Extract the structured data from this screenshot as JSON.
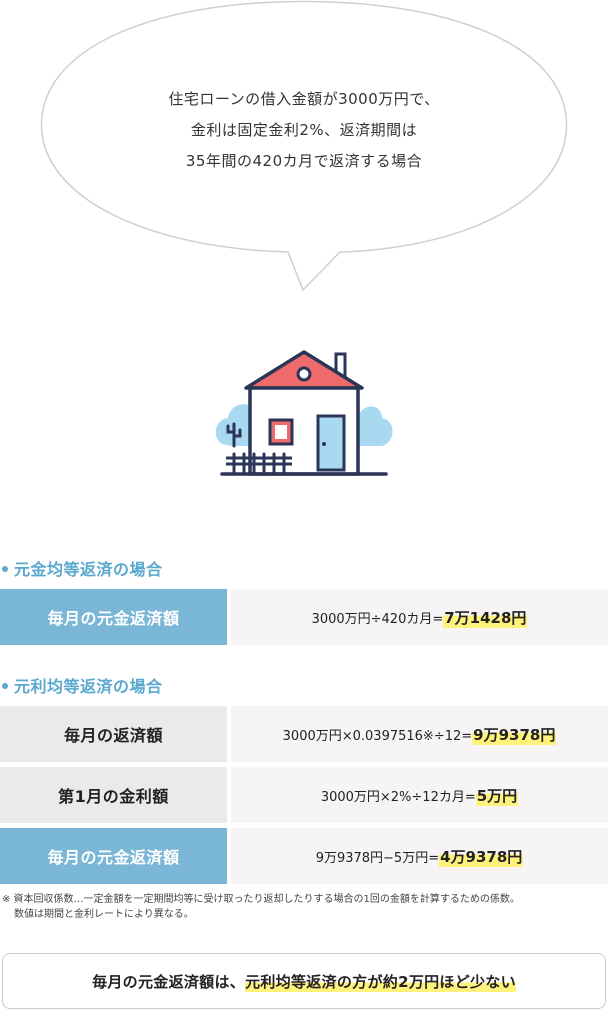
{
  "bubble": {
    "lines": [
      "住宅ローンの借入金額が3000万円で、",
      "金利は固定金利2%、返済期間は",
      "35年間の420カ月で返済する場合"
    ]
  },
  "illustration": {
    "icon": "house-icon"
  },
  "equal_principal": {
    "title": "元金均等返済の場合",
    "rows": [
      {
        "label": "毎月の元金返済額",
        "formula": "3000万円÷420カ月=",
        "result": "7万1428円"
      }
    ]
  },
  "equal_installment": {
    "title": "元利均等返済の場合",
    "rows": [
      {
        "label": "毎月の返済額",
        "formula": "3000万円×0.0397516※÷12=",
        "result": "9万9378円"
      },
      {
        "label": "第1月の金利額",
        "formula": "3000万円×2%÷12カ月=",
        "result": "5万円"
      },
      {
        "label": "毎月の元金返済額",
        "formula": "9万9378円−5万円=",
        "result": "4万9378円"
      }
    ]
  },
  "note": {
    "line1": "※ 資本回収係数…一定金額を一定期間均等に受け取ったり返却したりする場合の1回の金額を計算するための係数。",
    "line2": "数値は期間と金利レートにより異なる。"
  },
  "summary": {
    "prefix": "毎月の元金返済額は、",
    "highlight": "元利均等返済の方が約2万円ほど少ない"
  },
  "colors": {
    "accent_blue": "#5ba8cf",
    "label_blue": "#7ab6d6",
    "highlight_yellow": "#fff27a",
    "roof_red": "#ef6b6b",
    "outline_navy": "#2a3557"
  }
}
